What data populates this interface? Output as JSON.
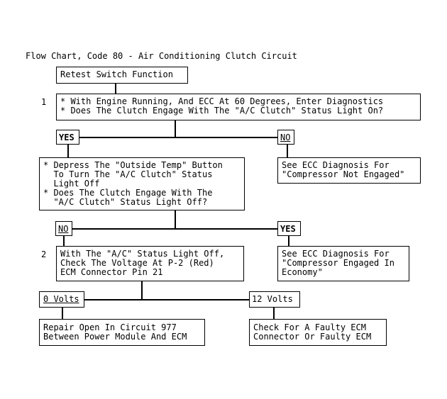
{
  "title": "Flow Chart, Code 80 - Air Conditioning Clutch Circuit",
  "step_numbers": {
    "step1": "1",
    "step2": "2"
  },
  "boxes": {
    "retest": "Retest Switch Function",
    "step1_line1": "* With Engine Running, And ECC At 60 Degrees, Enter Diagnostics",
    "step1_line2": "* Does The Clutch Engage With The \"A/C Clutch\" Status Light On?",
    "depress": [
      "* Depress The \"Outside Temp\" Button",
      "  To Turn The \"A/C Clutch\" Status",
      "  Light Off",
      "* Does The Clutch Engage With The",
      "  \"A/C Clutch\" Status Light Off?"
    ],
    "not_engaged": [
      "See ECC Diagnosis For",
      "\"Compressor Not Engaged\""
    ],
    "step2": [
      "With The \"A/C\" Status Light Off,",
      "Check The Voltage At P-2 (Red)",
      "ECM Connector Pin 21"
    ],
    "engaged_economy": [
      "See ECC Diagnosis For",
      "\"Compressor Engaged In",
      "Economy\""
    ],
    "repair": [
      "Repair Open In Circuit 977",
      "Between Power Module And ECM"
    ],
    "faulty": [
      "Check For A Faulty ECM",
      "Connector Or Faulty ECM"
    ]
  },
  "labels": {
    "yes1": "YES",
    "no1": "NO",
    "no2": "NO",
    "yes2": "YES",
    "zero_volts": "0 Volts",
    "twelve_volts": "12 Volts"
  }
}
